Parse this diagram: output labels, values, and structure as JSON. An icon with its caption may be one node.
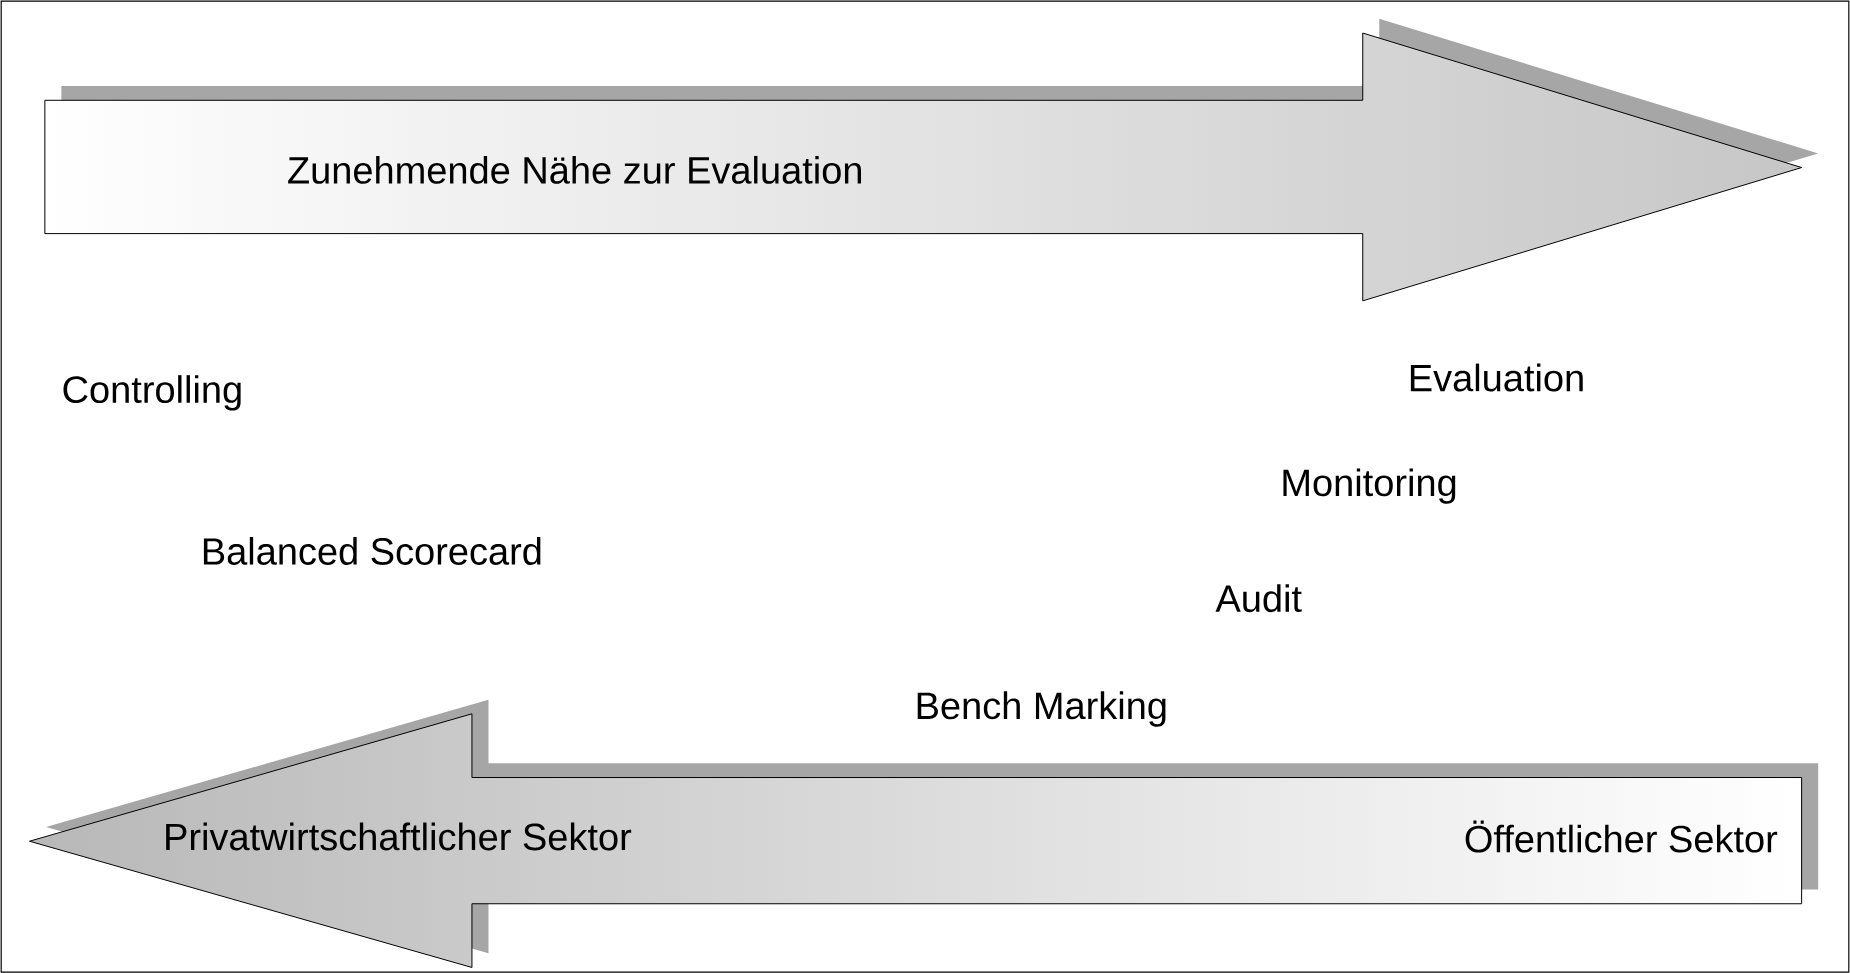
{
  "diagram": {
    "nodes": [
      {
        "text": [
          "Zunehmende Nähe zur Evaluation"
        ]
      },
      {
        "text": [
          "Privatwirtschaftlicher Sektor",
          "Öffentlicher Sektor"
        ]
      }
    ],
    "labels": [
      "Evaluation",
      "Controlling",
      "Monitoring",
      "Balanced Scorecard",
      "Audit",
      "Bench Marking"
    ]
  }
}
